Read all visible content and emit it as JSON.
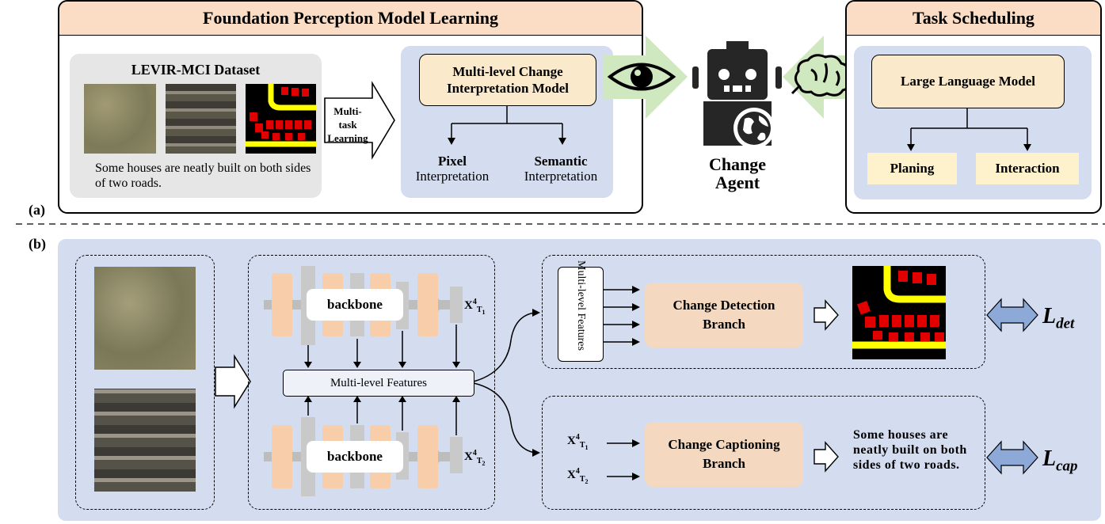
{
  "part_a": {
    "label": "(a)",
    "foundation_panel": {
      "title": "Foundation Perception Model Learning",
      "dataset_title": "LEVIR-MCI Dataset",
      "dataset_caption": "Some houses are neatly built on both sides of two roads.",
      "arrow_label": "Multi-task Learning",
      "model_box": "Multi-level Change Interpretation Model",
      "pixel_bold": "Pixel",
      "pixel_rest": "Interpretation",
      "semantic_bold": "Semantic",
      "semantic_rest": "Interpretation"
    },
    "agent_label": "Change Agent",
    "task_panel": {
      "title": "Task Scheduling",
      "llm_box": "Large Language Model",
      "planing": "Planing",
      "interaction": "Interaction"
    }
  },
  "part_b": {
    "label": "(b)",
    "backbone_top": "backbone",
    "backbone_bottom": "backbone",
    "features_box": "Multi-level Features",
    "multilevel_vertical": "Multi-level Features",
    "detection_branch": "Change Detection Branch",
    "captioning_branch": "Change Captioning Branch",
    "caption_output": "Some houses are neatly built on both sides of two roads.",
    "loss_det": "det",
    "loss_cap": "cap",
    "loss_symbol": "L"
  },
  "colors": {
    "panel_header": "#fbdcc4",
    "blue_panel": "#d4dcf0",
    "model_box": "#fbe9cc",
    "branch_box": "#f5d8c0",
    "output_box": "#fdf2cc",
    "green_arrow": "#cfe8bf",
    "loss_arrow": "#8da9d8",
    "backbone_orange": "#f7cdaa",
    "backbone_gray": "#c9c9c9"
  },
  "icons": [
    "eye-icon",
    "brain-icon",
    "robot-icon",
    "globe-icon"
  ]
}
